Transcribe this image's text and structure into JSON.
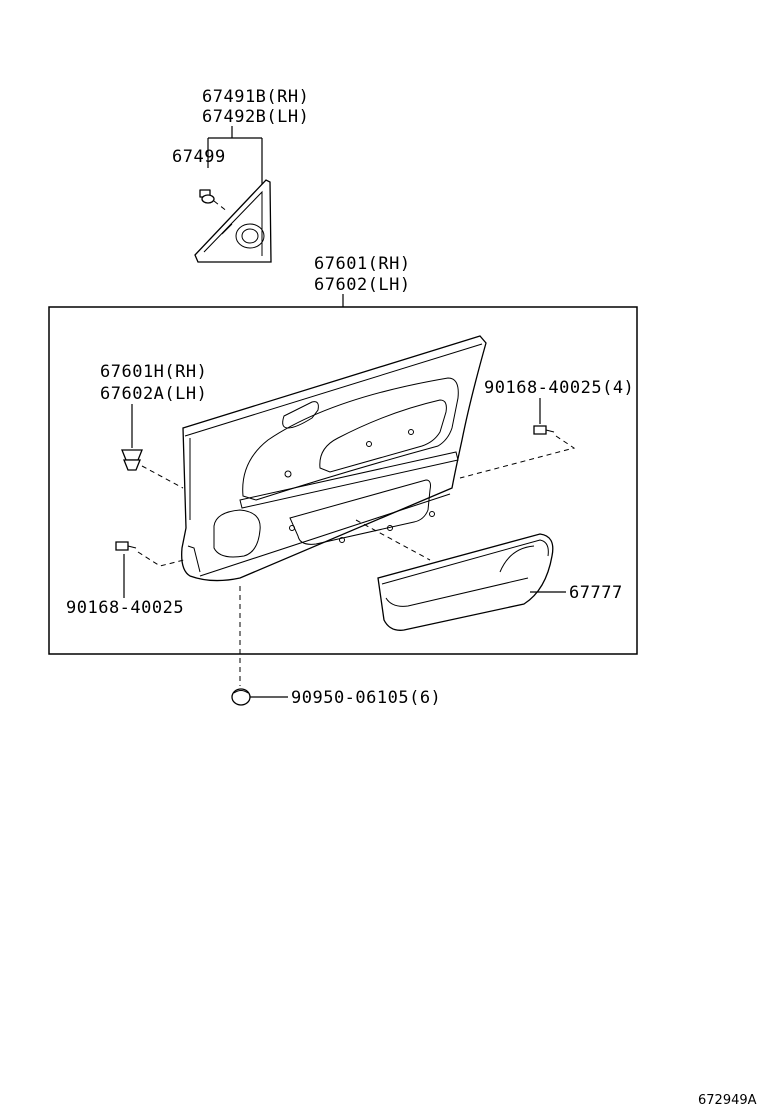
{
  "labels": {
    "pillar_garnish_rh": "67491B(RH)",
    "pillar_garnish_lh": "67492B(LH)",
    "clip_67499": "67499",
    "panel_assy_rh": "67601(RH)",
    "panel_assy_lh": "67602(LH)",
    "panel_sub_rh": "67601H(RH)",
    "panel_sub_lh": "67602A(LH)",
    "screw_right": "90168-40025(4)",
    "screw_left": "90168-40025",
    "pocket": "67777",
    "plug": "90950-06105(6)"
  },
  "figure_id": "672949A"
}
